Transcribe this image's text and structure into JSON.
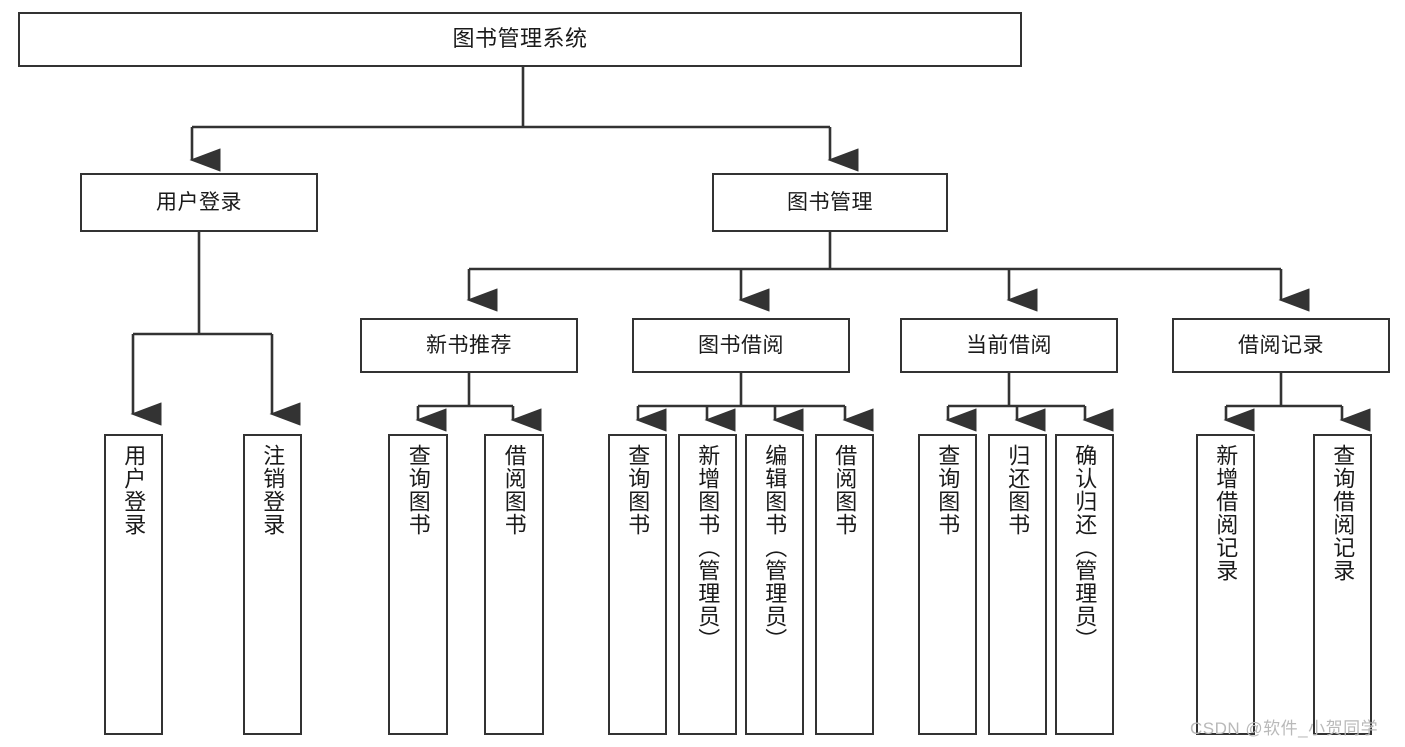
{
  "diagram": {
    "title": "图书管理系统",
    "type": "hierarchy-tree",
    "levels": 4,
    "nodes": {
      "root": {
        "label": "图书管理系统"
      },
      "level2": [
        {
          "id": "user-login",
          "label": "用户登录"
        },
        {
          "id": "book-manage",
          "label": "图书管理"
        }
      ],
      "level3": [
        {
          "id": "new-book-rec",
          "label": "新书推荐"
        },
        {
          "id": "book-borrow",
          "label": "图书借阅"
        },
        {
          "id": "current-borrow",
          "label": "当前借阅"
        },
        {
          "id": "borrow-record",
          "label": "借阅记录"
        }
      ],
      "leaves": {
        "user_login": [
          {
            "id": "leaf-user-login",
            "label": "用户登录"
          },
          {
            "id": "leaf-logout-login",
            "label": "注销登录"
          }
        ],
        "new_book_rec": [
          {
            "id": "leaf-query-book-1",
            "label": "查询图书"
          },
          {
            "id": "leaf-borrow-book-1",
            "label": "借阅图书"
          }
        ],
        "book_borrow": [
          {
            "id": "leaf-query-book-2",
            "label": "查询图书"
          },
          {
            "id": "leaf-add-book",
            "label": "新增图书（管理员）"
          },
          {
            "id": "leaf-edit-book",
            "label": "编辑图书（管理员）"
          },
          {
            "id": "leaf-borrow-book-2",
            "label": "借阅图书"
          }
        ],
        "current_borrow": [
          {
            "id": "leaf-query-book-3",
            "label": "查询图书"
          },
          {
            "id": "leaf-return-book",
            "label": "归还图书"
          },
          {
            "id": "leaf-confirm-return",
            "label": "确认归还（管理员）"
          }
        ],
        "borrow_record": [
          {
            "id": "leaf-add-record",
            "label": "新增借阅记录"
          },
          {
            "id": "leaf-query-record",
            "label": "查询借阅记录"
          }
        ]
      }
    },
    "colors": {
      "stroke": "#333333",
      "fill": "#ffffff",
      "text": "#1a1a1a",
      "watermark": "#b9b9b9"
    }
  },
  "watermark": {
    "text": "CSDN @软件_小贺同学"
  }
}
